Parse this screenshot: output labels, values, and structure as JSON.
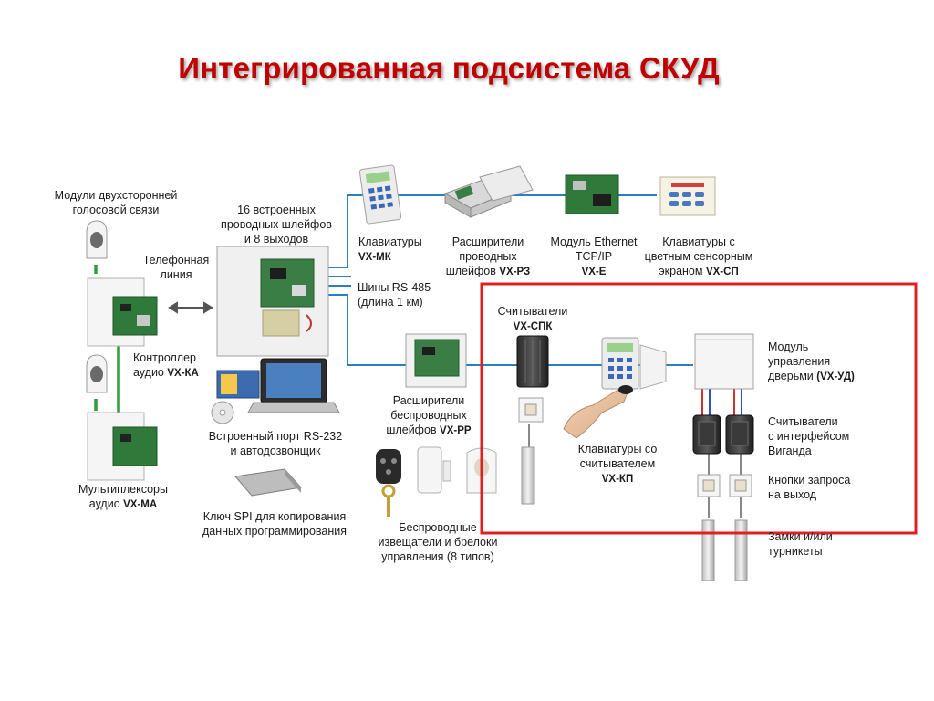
{
  "title": "Интегрированная подсистема СКУД",
  "labels": {
    "voice_modules": [
      "Модули двухсторонней",
      "голосовой связи"
    ],
    "telephone_line": [
      "Телефонная",
      "линия"
    ],
    "audio_controller": [
      "Контроллер",
      "аудио",
      "VX-КА"
    ],
    "audio_multiplexers": [
      "Мультиплексоры",
      "аудио",
      "VX-МА"
    ],
    "builtin_loops": [
      "16 встроенных",
      "проводных шлейфов",
      "и 8 выходов"
    ],
    "rs232_port": [
      "Встроенный порт RS-232",
      "и автодозвонщик"
    ],
    "spi_key": [
      "Ключ SPI для копирования",
      "данных программирования"
    ],
    "keypads": [
      "Клавиатуры",
      "VX-МК"
    ],
    "wired_expanders": [
      "Расширители",
      "проводных",
      "шлейфов",
      "VX-РЗ"
    ],
    "ethernet_module": [
      "Модуль Ethernet",
      "TCP/IP",
      "VX-E"
    ],
    "touch_keypads": [
      "Клавиатуры с",
      "цветным сенсорным",
      "экраном",
      "VX-СП"
    ],
    "rs485_bus": [
      "Шины RS-485",
      "(длина 1 км)"
    ],
    "wireless_expanders": [
      "Расширители",
      "беспроводных",
      "шлейфов",
      "VX-РР"
    ],
    "wireless_detectors": [
      "Беспроводные",
      "извещатели и брелоки",
      "управления (8 типов)"
    ],
    "readers": [
      "Считыватели",
      "VX-СПК"
    ],
    "keypad_reader": [
      "Клавиатуры со",
      "считывателем",
      "VX-КП"
    ],
    "door_module": [
      "Модуль",
      "управления",
      "дверьми",
      "(VX-УД)"
    ],
    "wiegand_readers": [
      "Считыватели",
      "с интерфейсом",
      "Виганда"
    ],
    "exit_buttons": [
      "Кнопки запроса",
      "на выход"
    ],
    "locks": [
      "Замки и/или",
      "турникеты"
    ]
  },
  "colors": {
    "title": "#c00000",
    "highlight_border": "#e02020",
    "bus_line": "#2a7fbf",
    "audio_line": "#2e9e3a",
    "door_wire_red": "#d03030",
    "door_wire_blue": "#3050c8"
  }
}
